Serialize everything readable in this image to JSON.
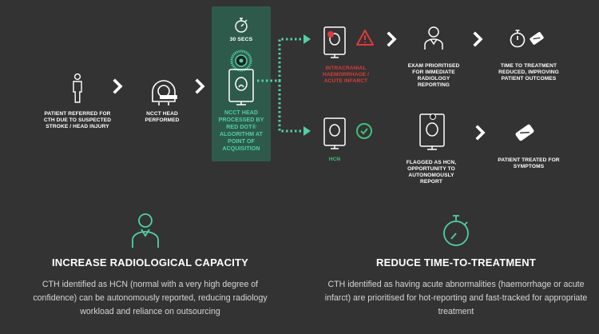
{
  "steps": {
    "patient_referred": "PATIENT REFERRED FOR CTH DUE TO SUSPECTED STROKE / HEAD INJURY",
    "ncct_performed": "NCCT HEAD PERFORMED",
    "timer_label": "30 SECS",
    "processed": "NCCT HEAD PROCESSED BY RED DOT® ALGORITHM AT POINT OF ACQUISITION",
    "abnormal_label": "INTRACRANIAL HAEMORRHAGE / ACUTE INFARCT",
    "exam_prioritised": "EXAM PRIORITISED FOR IMMEDIATE RADIOLOGY REPORTING",
    "time_reduced": "TIME TO TREATMENT REDUCED, IMPROVING PATIENT OUTCOMES",
    "hcn_label": "HCN",
    "flagged_hcn": "FLAGGED AS HCN, OPPORTUNITY TO AUTONOMOUSLY REPORT",
    "patient_treated": "PATIENT TREATED FOR SYMPTOMS"
  },
  "benefits": {
    "capacity": {
      "title": "INCREASE RADIOLOGICAL CAPACITY",
      "text": "CTH identified as HCN (normal with a very high degree of confidence) can be autonomously reported, reducing radiology workload and reliance on outsourcing"
    },
    "time": {
      "title": "REDUCE TIME-TO-TREATMENT",
      "text": "CTH identified as having acute abnormalities (haemorrhage or acute infarct) are prioritised for hot-reporting and fast-tracked for appropriate treatment"
    }
  },
  "colors": {
    "background": "#333333",
    "panel": "#2e5a4c",
    "teal": "#4fd1a5",
    "alert_red": "#e03a3a",
    "ok_green": "#3ec27a"
  }
}
